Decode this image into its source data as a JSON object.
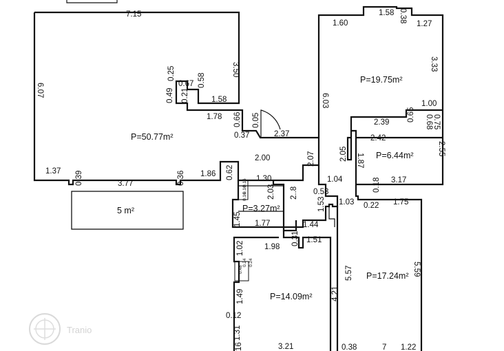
{
  "rooms": {
    "living": "P=50.77m²",
    "top_right": "P=19.75m²",
    "small_right": "P=6.44m²",
    "hall": "P=3.27m²",
    "bottom_left": "P=14.09m²",
    "bottom_right": "P=17.24m²",
    "terrace": "5 m²"
  },
  "dimensions": {
    "d715": "7.15",
    "d350": "3.50",
    "d607": "6.07",
    "d067": "0.67",
    "d025": "0.25",
    "d058": "0.58",
    "d049": "0.49",
    "d021": "0.21",
    "d158a": "1.58",
    "d178": "1.78",
    "d066": "0.66",
    "d005": "0.05",
    "d037": "0.37",
    "d237": "2.37",
    "d137": "1.37",
    "d039": "0.39",
    "d377": "3.77",
    "d036": "0.36",
    "d186": "1.86",
    "d062": "0.62",
    "d160": "1.60",
    "d158b": "1.58",
    "d038a": "0.38",
    "d127": "1.27",
    "d333": "3.33",
    "d603": "6.03",
    "d100": "1.00",
    "d239": "2.39",
    "d065": "0.65",
    "d075": "0.75",
    "d068": "0.68",
    "d242": "2.42",
    "d255": "2.55",
    "d205": "2.05",
    "d187": "1.87",
    "d207": "2.07",
    "d104": "1.04",
    "d317": "3.17",
    "d018": "0.18",
    "d053": "0.53",
    "d200": "2.00",
    "d130": "1.30",
    "d203": "2.03",
    "d28": "2..8",
    "d103": "1.03",
    "d022": "0.22",
    "d175": "1.75",
    "d153": "1.53",
    "d145": "1.45",
    "d177": "1.77",
    "d144": "1.44",
    "d151": "1.51",
    "d031": "0.31",
    "d198": "1.98",
    "d102": "1.02",
    "d557": "5.57",
    "d559": "5.59",
    "d421": "4.21",
    "d149": "1.49",
    "d012": "0.12",
    "d131": "1.31",
    "d016": "16",
    "d321": "3.21",
    "d038b": "0.38",
    "d7": "7",
    "d122": "1.22"
  },
  "tiny_labels": {
    "t1": "0.16",
    "t2": "0.16",
    "t3": "0.16",
    "t4": "0.24",
    "t5": "0.48",
    "t6": "0.24"
  },
  "watermark": {
    "text": "Tranio"
  }
}
